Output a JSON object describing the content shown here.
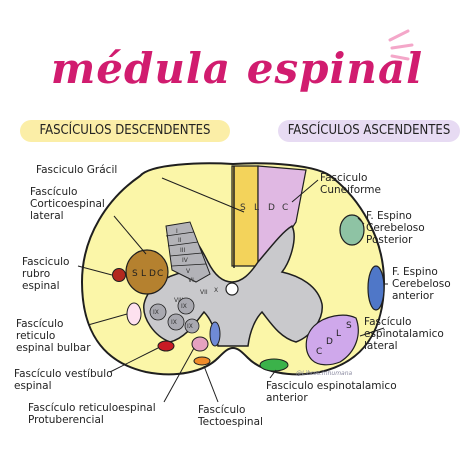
{
  "title": "médula espinal",
  "descending_header": "FASCÍCULOS DESCENDENTES",
  "ascending_header": "FASCÍCULOS ASCENDENTES",
  "labels": {
    "fasciculo_gracil": "Fasciculo Grácil",
    "corticoespinal_lateral": "Fascículo\nCorticoespinal\nlateral",
    "rubroespinal": "Fasciculo\nrubro\nespinal",
    "reticulo_bulbar": "Fascículo\nreticulo\nespinal bulbar",
    "vestibulo_espinal": "Fascículo vestíbulo\nespinal",
    "reticulo_protuberencial": "Fascículo  reticuloespinal\nProtuberencial",
    "tectoespinal": "Fascículo\nTectoespinal",
    "cuneiforme": "Fasciculo\nCuneiforme",
    "espino_cerebeloso_posterior": "F. Espino\nCerebeloso\nPosterior",
    "espino_cerebeloso_anterior": "F. Espino\nCerebeloso\nanterior",
    "espinotalamico_lateral": "Fascículo\nespinotalamico\nlateral",
    "espinotalamico_anterior": "Fasciculo  espinotalamico\nanterior"
  },
  "somatotopy_letters": [
    "S",
    "L",
    "D",
    "C"
  ],
  "laminae": [
    "I",
    "II",
    "III",
    "IV",
    "V",
    "VI",
    "VII",
    "VIII",
    "IX",
    "IX",
    "IX",
    "IX",
    "X"
  ],
  "watermark": "@Libres.Inhumana",
  "colors": {
    "title": "#d11c6f",
    "cord_fill": "#fbf6a8",
    "gray_matter": "#c9c9cc",
    "gracil": "#f3d35b",
    "cuneiform": "#e0b8e3",
    "spinocerebellar_posterior": "#8ec3a4",
    "spinocerebellar_anterior": "#4f77c8",
    "spinothalamic_lateral": "#cfa8eb",
    "corticospinal_lateral": "#b5812f",
    "rubrospinal": "#b3281e",
    "reticulo_bulbar": "#fde1ef",
    "vestibulo_espinal": "#c81b24",
    "reticulo_protuberencial": "#e5a2c0",
    "tectoespinal": "#f08c2a",
    "spinothalamic_anterior": "#3bb24a",
    "anterior_median": "#6f8ad6"
  }
}
